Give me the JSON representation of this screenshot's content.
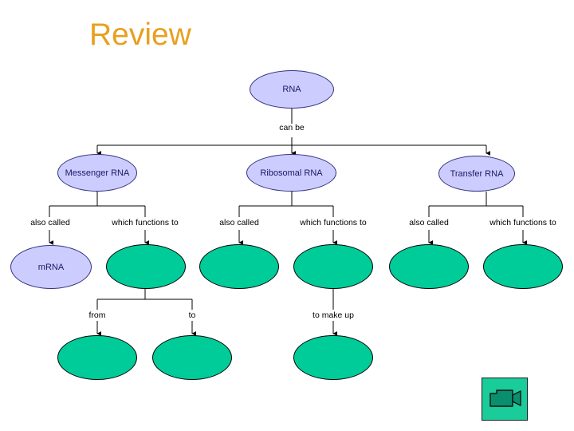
{
  "slide": {
    "title": "Review",
    "title_color": "#e8a020",
    "background": "#ffffff"
  },
  "colors": {
    "node_lavender_fill": "#ccccff",
    "node_lavender_stroke": "#33337f",
    "node_green_fill": "#00cc99",
    "node_green_stroke": "#000000",
    "text_navy": "#1a1a66",
    "line_black": "#000000",
    "video_box_fill": "#19cc99",
    "video_icon_fill": "#0a8f6e"
  },
  "diagram": {
    "type": "concept-map",
    "root": {
      "label": "RNA",
      "style": "lavender"
    },
    "root_link_label": "can be",
    "branches": [
      {
        "label": "Messenger RNA",
        "style": "lavender",
        "children": [
          {
            "link_label": "also called",
            "label": "mRNA",
            "style": "lavender",
            "children": []
          },
          {
            "link_label": "which functions to",
            "label": "",
            "style": "green",
            "children": [
              {
                "link_label": "from",
                "label": "",
                "style": "green"
              },
              {
                "link_label": "to",
                "label": "",
                "style": "green"
              }
            ]
          }
        ]
      },
      {
        "label": "Ribosomal RNA",
        "style": "lavender",
        "children": [
          {
            "link_label": "also called",
            "label": "",
            "style": "green",
            "children": []
          },
          {
            "link_label": "which functions to",
            "label": "",
            "style": "green",
            "children": [
              {
                "link_label": "to make up",
                "label": "",
                "style": "green"
              }
            ]
          }
        ]
      },
      {
        "label": "Transfer RNA",
        "style": "lavender",
        "children": [
          {
            "link_label": "also called",
            "label": "",
            "style": "green",
            "children": []
          },
          {
            "link_label": "which functions to",
            "label": "",
            "style": "green",
            "children": []
          }
        ]
      }
    ]
  },
  "labels": {
    "can_be": "can be",
    "also_called_1": "also called",
    "which_functions_to_1": "which functions to",
    "also_called_2": "also called",
    "which_functions_to_2": "which functions to",
    "also_called_3": "also called",
    "which_functions_to_3": "which functions to",
    "from": "from",
    "to": "to",
    "to_make_up": "to make up"
  },
  "nodes": {
    "rna": "RNA",
    "messenger_rna": "Messenger RNA",
    "ribosomal_rna": "Ribosomal RNA",
    "transfer_rna": "Transfer RNA",
    "mrna": "mRNA",
    "blank": ""
  },
  "media": {
    "video_icon_name": "video-camera-icon"
  }
}
